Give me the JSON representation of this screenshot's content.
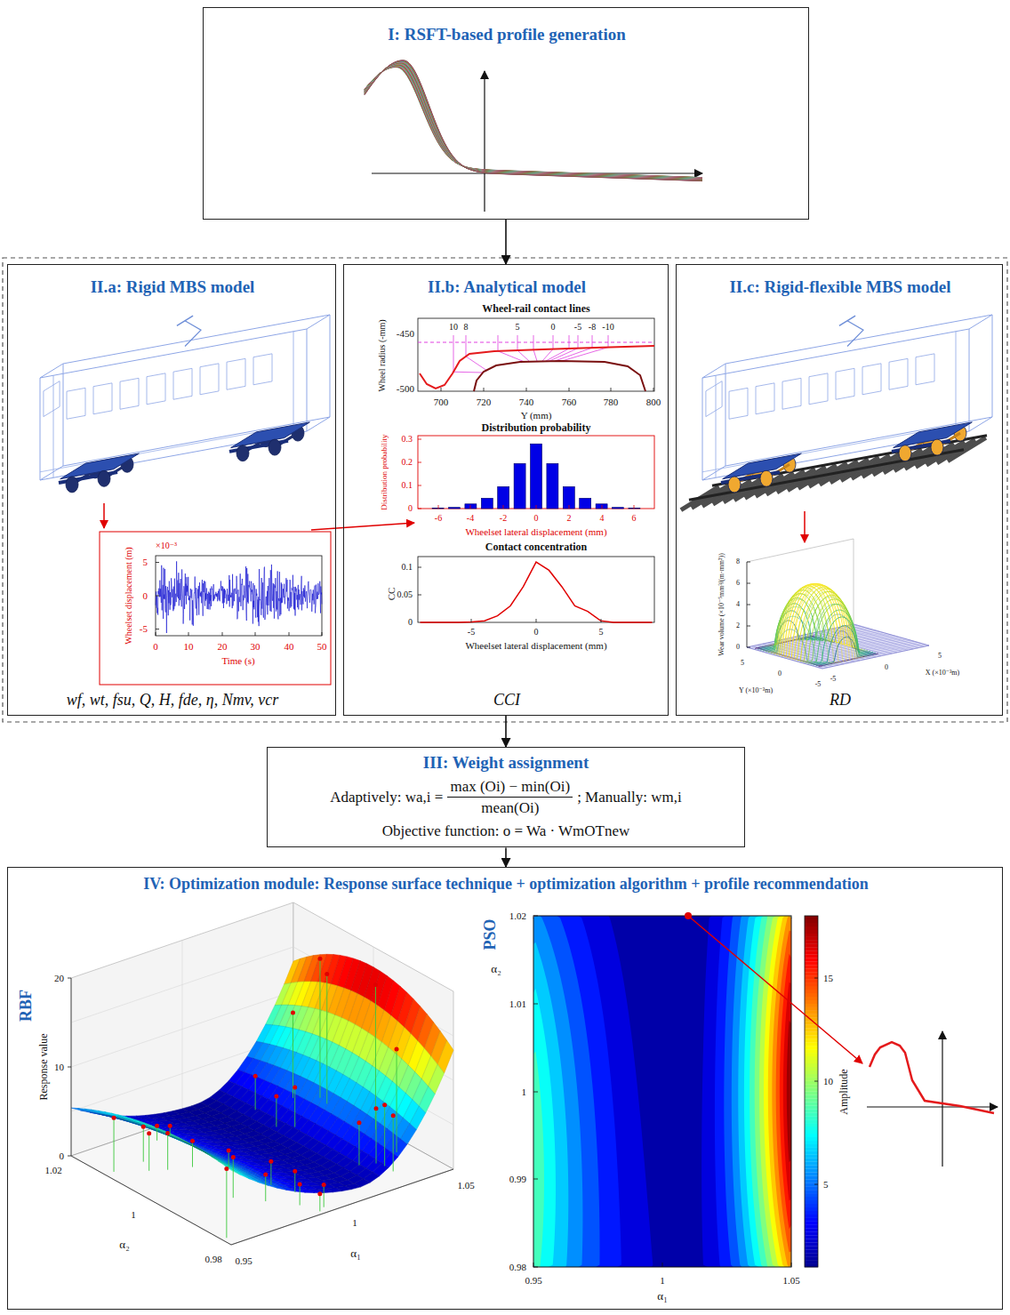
{
  "diagram": {
    "nodes": [
      {
        "text": [
          "I: RSFT-based profile generation"
        ]
      },
      {
        "text": [
          "II.a: Rigid MBS model",
          "wf, wt, fsu, Q, H, fde, η, Nmv, vcr"
        ]
      },
      {
        "text": [
          "II.b: Analytical model",
          "CCI"
        ]
      },
      {
        "text": [
          "II.c: Rigid-flexible MBS model",
          "RD"
        ]
      },
      {
        "text": [
          "III: Weight assignment",
          "Adaptively: wa,i =",
          "max (Oi) − min(Oi)",
          "mean(Oi)",
          "; Manually: wm,i",
          "Objective function: o = Wa · WmOTnew"
        ]
      },
      {
        "text": [
          "IV: Optimization module: Response surface technique + optimization algorithm + profile recommendation",
          "RBF",
          "PSO"
        ]
      }
    ],
    "edges": [
      {
        "from": 0,
        "to": 2,
        "arrow": "to"
      },
      {
        "from": 2,
        "to": 4,
        "arrow": "to"
      },
      {
        "from": 4,
        "to": 5,
        "arrow": "to"
      }
    ],
    "labels": [
      "×10⁻³",
      "5",
      "0",
      "-5",
      "0",
      "10",
      "20",
      "30",
      "40",
      "50",
      "Time (s)",
      "Wheelset displacement (m)",
      "Wheel-rail contact lines",
      "10",
      "8",
      "5",
      "0",
      "-5",
      "-8",
      "-10",
      "-450",
      "-500",
      "Wheel radius (-mm)",
      "700",
      "720",
      "740",
      "760",
      "780",
      "800",
      "Y (mm)",
      "Distribution probability",
      "0.3",
      "0.2",
      "0.1",
      "0",
      "-6",
      "-4",
      "-2",
      "0",
      "2",
      "4",
      "6",
      "Wheelset lateral displacement (mm)",
      "Distribution probability",
      "Contact concentration",
      "0.1",
      "0.05",
      "0",
      "CC",
      "-5",
      "0",
      "5",
      "Wheelset lateral displacement (mm)",
      "Wear volume (×10⁻⁵mm³/(m·mm²))",
      "8",
      "6",
      "4",
      "2",
      "0",
      "5",
      "0",
      "-5",
      "Y (×10⁻³m)",
      "-5",
      "0",
      "5",
      "X (×10⁻³m)",
      "Response value",
      "20",
      "10",
      "0",
      "1.02",
      "1",
      "0.98",
      "α₂",
      "0.95",
      "1",
      "1.05",
      "α₁",
      "1.02",
      "1.01",
      "1",
      "0.99",
      "0.98",
      "α₂",
      "0.95",
      "1",
      "1.05",
      "α₁",
      "15",
      "10",
      "5",
      "Amplitude"
    ]
  }
}
